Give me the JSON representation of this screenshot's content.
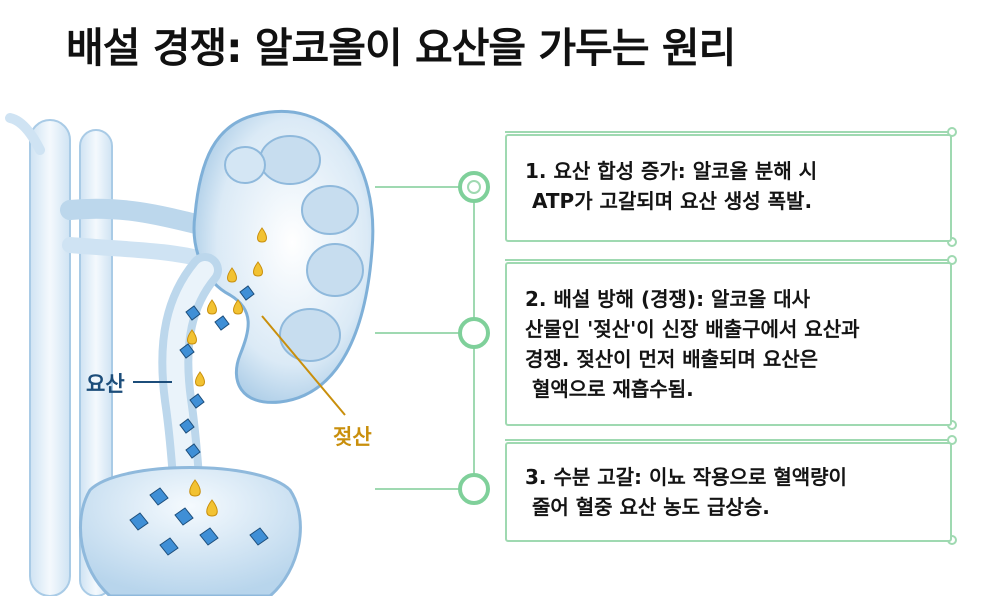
{
  "title": "배설 경쟁: 알코올이 요산을 가두는 원리",
  "labels": {
    "uric_acid": "요산",
    "lactic_acid": "젖산"
  },
  "steps": [
    {
      "text": "1. 요산 합성 증가: 알코올 분해 시\n ATP가 고갈되며 요산 생성 폭발."
    },
    {
      "text": "2. 배설 방해 (경쟁): 알코올 대사\n산물인 '젖산'이 신장 배출구에서 요산과\n경쟁. 젖산이 먼저 배출되며 요산은\n 혈액으로 재흡수됨."
    },
    {
      "text": "3. 수분 고갈: 이뇨 작용으로 혈액량이\n 줄어 혈중 요산 농도 급상승."
    }
  ],
  "colors": {
    "uric_acid": "#3f8fd6",
    "lactic_acid": "#f2c232",
    "connector": "#7fd09a",
    "kidney": "#a9cbe6"
  }
}
